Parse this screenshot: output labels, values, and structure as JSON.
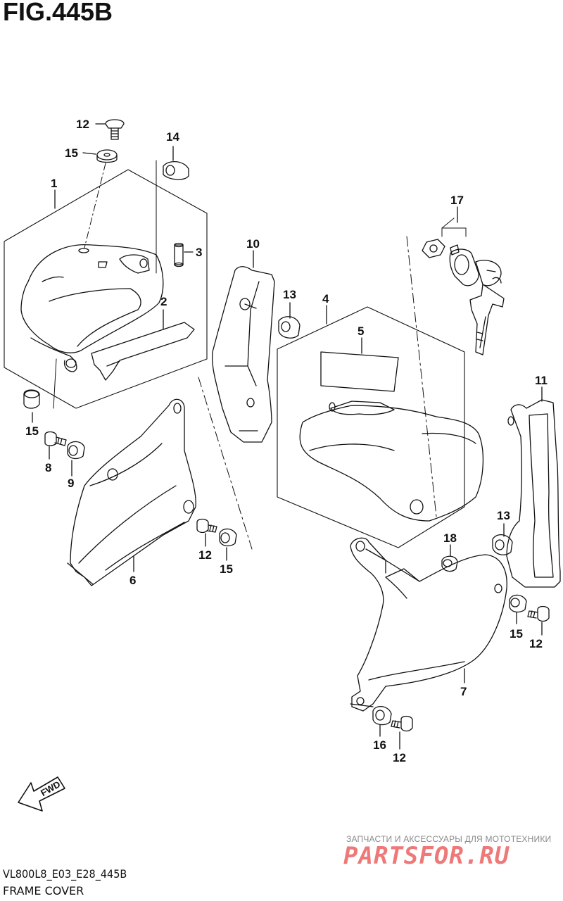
{
  "header": {
    "title": "FIG.445B"
  },
  "footer": {
    "code": "VL800L8_E03_E28_445B",
    "name": "FRAME COVER"
  },
  "watermark": {
    "subtitle": "ЗАПЧАСТИ И АКСЕССУАРЫ ДЛЯ МОТОТЕХНИКИ",
    "logo": "PARTSFOR.RU",
    "color": "#e84d4d"
  },
  "fwd_label": "FWD",
  "callouts": {
    "c1": "1",
    "c2": "2",
    "c3": "3",
    "c4": "4",
    "c5": "5",
    "c6": "6",
    "c7": "7",
    "c8": "8",
    "c9": "9",
    "c10": "10",
    "c11": "11",
    "c12a": "12",
    "c12b": "12",
    "c12c": "12",
    "c12d": "12",
    "c13a": "13",
    "c13b": "13",
    "c14": "14",
    "c15a": "15",
    "c15b": "15",
    "c15c": "15",
    "c15d": "15",
    "c16": "16",
    "c17": "17",
    "c18": "18"
  }
}
